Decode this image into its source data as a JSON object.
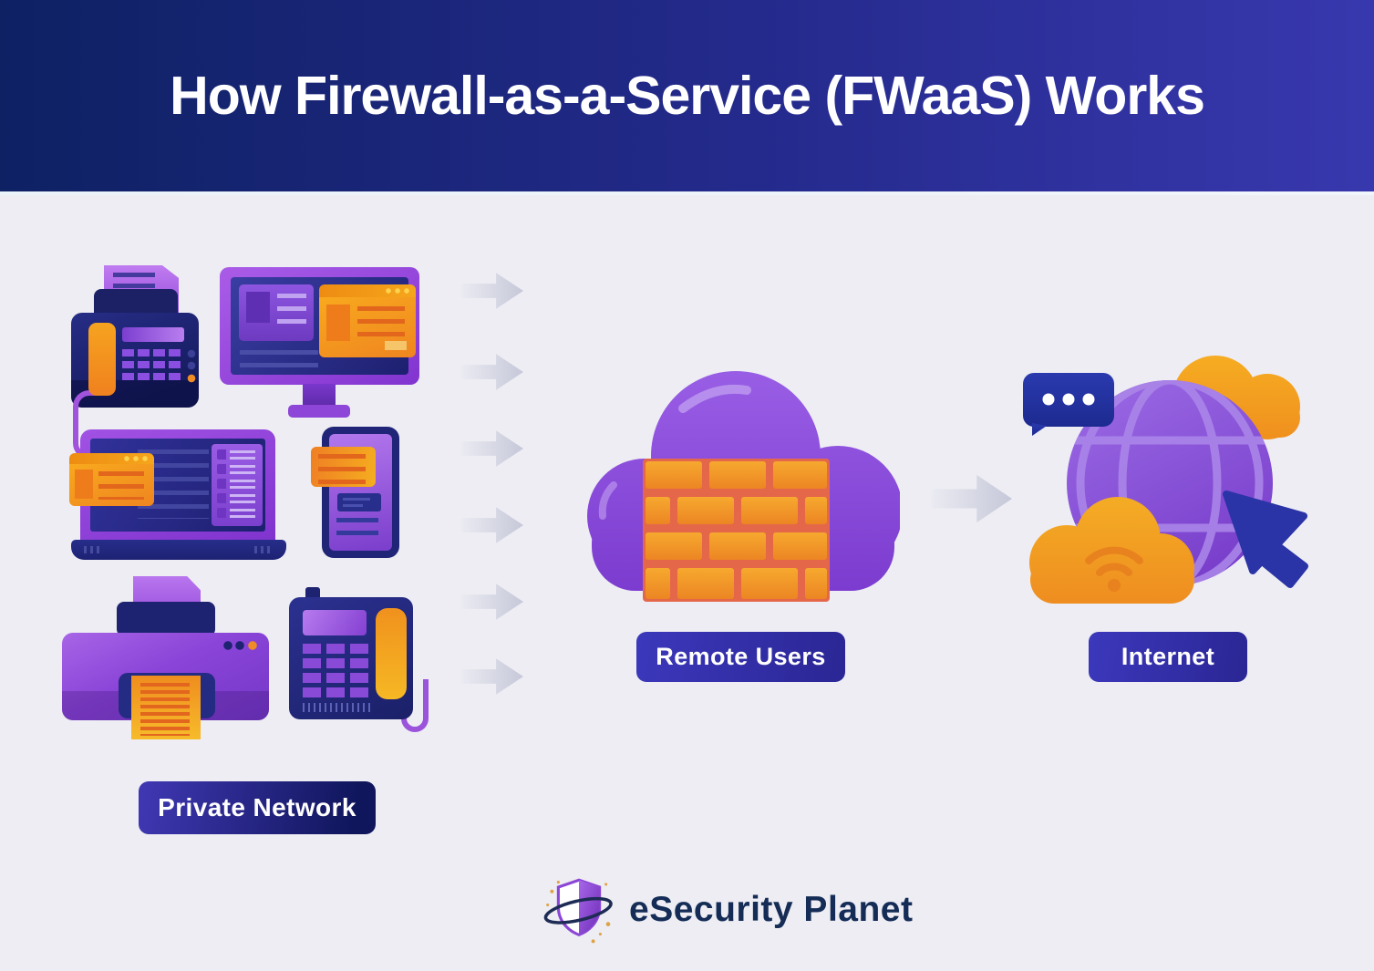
{
  "header": {
    "title": "How Firewall-as-a-Service (FWaaS) Works"
  },
  "sections": {
    "private_network": {
      "label": "Private Network",
      "devices": [
        "fax-machine",
        "desktop-monitor",
        "laptop",
        "smartphone",
        "printer",
        "desk-phone"
      ]
    },
    "remote_users": {
      "label": "Remote Users",
      "icon": "cloud-with-brick-firewall"
    },
    "internet": {
      "label": "Internet",
      "icons": [
        "globe",
        "chat-bubble-ellipsis",
        "wifi-cloud",
        "cursor-arrow",
        "cloud"
      ]
    }
  },
  "flow": {
    "small_arrow_count": 6,
    "large_arrow_count": 1,
    "direction": "left-to-right"
  },
  "footer": {
    "brand": "eSecurity Planet",
    "icon": "shield-orbit"
  },
  "colors": {
    "background": "#ededf3",
    "header_gradient": [
      "#0e2163",
      "#3838ae"
    ],
    "label_private_gradient": [
      "#4038b4",
      "#10165c"
    ],
    "label_indigo_gradient": [
      "#3c38bc",
      "#2a2694"
    ],
    "device_purple": "#8f46dd",
    "device_navy": "#1e2472",
    "accent_orange": "#f49b22",
    "brick_orange": "#f29b28",
    "brick_mortar": "#e5674a",
    "cloud_purple": "#8a51dc",
    "globe_purple": "#8a55da",
    "arrow_gray": "#c6c8d9",
    "brand_navy": "#142c56"
  }
}
